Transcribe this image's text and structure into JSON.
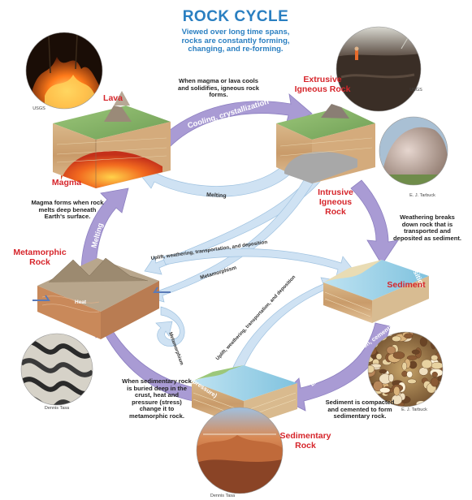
{
  "title": "ROCK CYCLE",
  "subtitle": "Viewed over long time spans, rocks are constantly forming, changing, and re-forming.",
  "nodes": {
    "lava": "Lava",
    "magma": "Magma",
    "extrusive": "Extrusive Igneous Rock",
    "intrusive": "Intrusive Igneous Rock",
    "sediment": "Sediment",
    "sedimentary": "Sedimentary Rock",
    "metamorphic": "Metamorphic Rock",
    "heat": "Heat"
  },
  "processes": {
    "cooling": "Cooling, crystallization",
    "melting_short": "Melting",
    "melting_left": "Melting",
    "weathering": "Weathering, transport, deposition",
    "lithification": "Lithification (compaction, cementation)",
    "metamorphism_main": "Metamorphism (heat, intense pressure)",
    "metamorphism_small": "Metamorphism",
    "metamorphism_loop": "Metamorphism",
    "uplift_top": "Uplift, weathering, transportation, and deposition",
    "uplift_mid": "Uplift, weathering, transportation, and deposition"
  },
  "descriptions": {
    "cooling": "When magma or lava cools and solidifies, igneous rock forms.",
    "magma": "Magma forms when rock melts deep beneath Earth's surface.",
    "weathering": "Weathering breaks down rock that is transported and deposited as sediment.",
    "lithification": "Sediment is compacted and cemented to form sedimentary rock.",
    "metamorphism": "When sedimentary rock is buried deep in the crust, heat and pressure (stress) change it to metamorphic rock."
  },
  "credits": {
    "lava_photo": "USGS",
    "extrusive_photo": "USGS",
    "intrusive_photo": "E. J. Tarbuck",
    "sediment_photo": "E. J. Tarbuck",
    "sedimentary_photo": "Dennis Tasa",
    "metamorphic_photo": "Dennis Tasa"
  },
  "colors": {
    "title": "#2a7fc1",
    "label_red": "#d6252b",
    "arrow_purple": "#a99bd4",
    "arrow_light": "#cfe2f3"
  }
}
